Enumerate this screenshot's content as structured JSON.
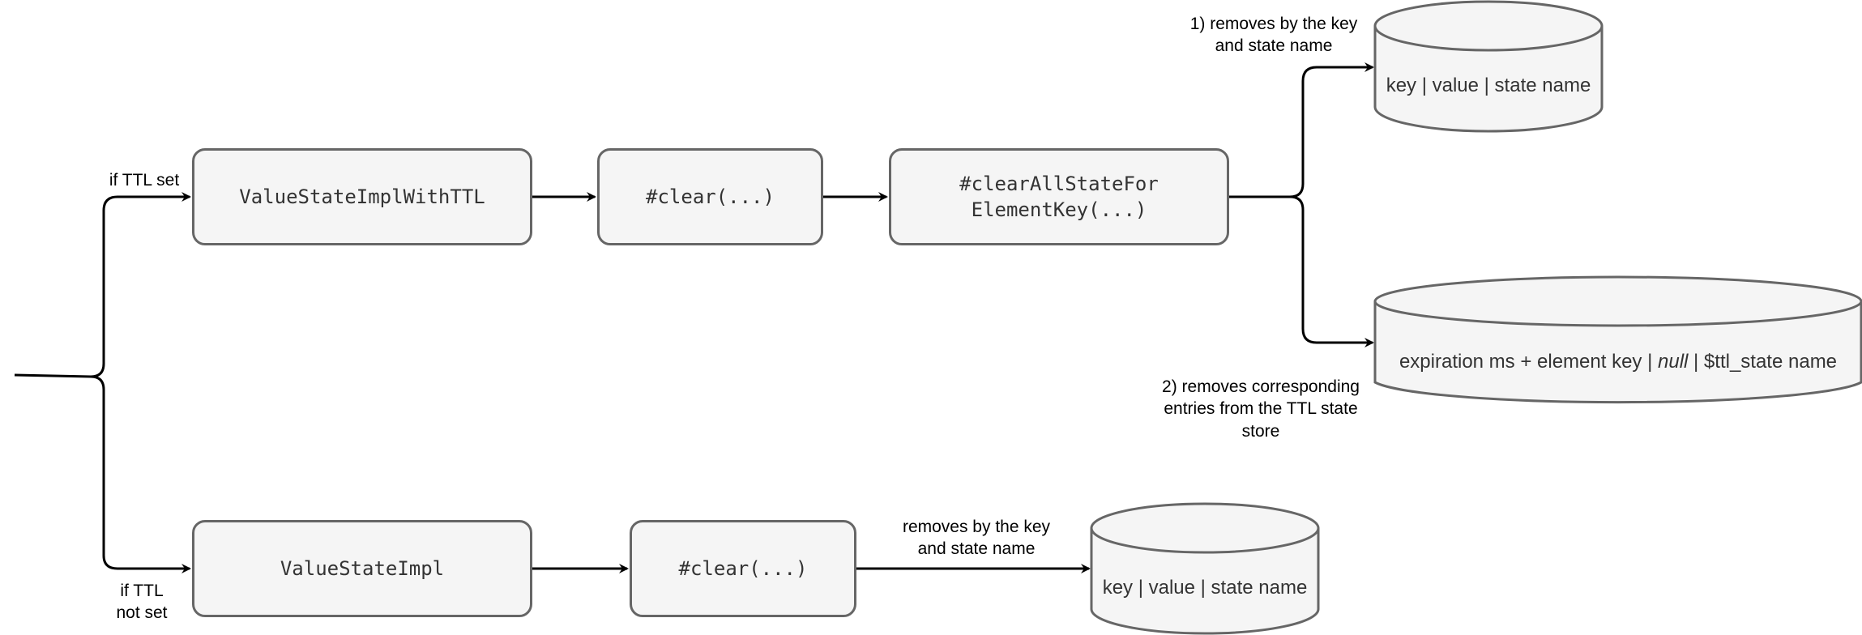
{
  "boxes": {
    "with_ttl": "ValueStateImplWithTTL",
    "clear_top": "#clear(...)",
    "clear_all_line1": "#clearAllStateFor",
    "clear_all_line2": "ElementKey(...)",
    "impl": "ValueStateImpl",
    "clear_bottom": "#clear(...)"
  },
  "stores": {
    "top_kv": "key | value | state name",
    "ttl_prefix": "expiration ms + element key | ",
    "ttl_null": "null",
    "ttl_suffix": " | $ttl_state name",
    "bottom_kv": "key | value | state name"
  },
  "labels": {
    "if_ttl_set": "if TTL set",
    "if_ttl_not_set_line1": "if TTL",
    "if_ttl_not_set_line2": "not set",
    "removes_1_line1": "1)  removes by the key",
    "removes_1_line2": "and state name",
    "removes_2_line1": "2) removes corresponding",
    "removes_2_line2": "entries from the TTL state",
    "removes_2_line3": "store",
    "removes_bottom_line1": "removes by the key",
    "removes_bottom_line2": "and state name"
  },
  "colors": {
    "box_fill": "#f5f5f5",
    "box_stroke": "#666666",
    "edge": "#000000"
  }
}
